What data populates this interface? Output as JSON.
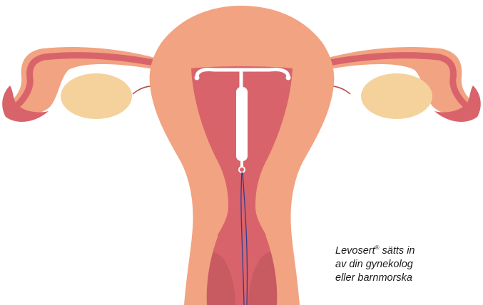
{
  "caption": {
    "line1_pre": "Levosert",
    "trademark": "®",
    "line1_post": " sätts in",
    "line2": "av din gynekolog",
    "line3": "eller barnmorska"
  },
  "colors": {
    "outer_tissue": "#f2a381",
    "inner_tissue": "#d9636b",
    "ovary": "#f5d29c",
    "tube_line": "#b84c52",
    "iud": "#ffffff",
    "iud_thread": "#3a3a8c",
    "text": "#1a1a1a"
  },
  "icons": {
    "illustration": "uterus-with-iud-illustration"
  }
}
